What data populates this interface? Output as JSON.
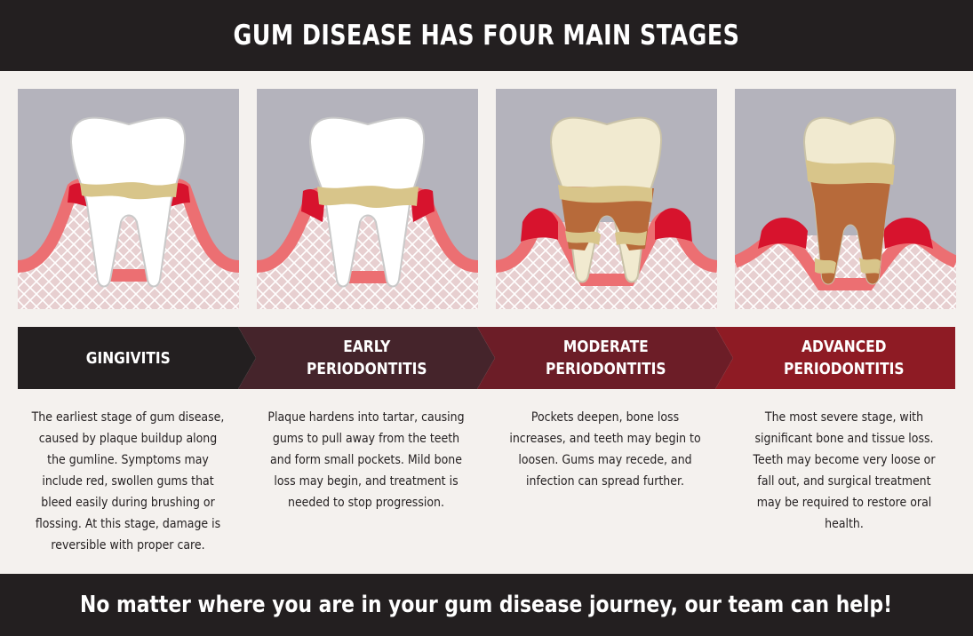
{
  "title": "GUM DISEASE HAS FOUR MAIN STAGES",
  "stages": [
    {
      "label": "GINGIVITIS",
      "color": "#231f20",
      "description": "The earliest stage of gum disease, caused by plaque buildup along the gumline. Symptoms may include red, swollen gums that bleed easily during brushing or flossing. At this stage, damage is reversible with proper care."
    },
    {
      "label": "EARLY\nPERIODONTITIS",
      "color": "#45242b",
      "description": "Plaque hardens into tartar, causing gums to pull away from the teeth and form small pockets. Mild bone loss may begin, and treatment is needed to stop progression."
    },
    {
      "label": "MODERATE\nPERIODONTITIS",
      "color": "#6c1d27",
      "description": "Pockets deepen, bone loss increases, and teeth may begin to loosen. Gums may recede, and infection can spread further."
    },
    {
      "label": "ADVANCED\nPERIODONTITIS",
      "color": "#8e1b24",
      "description": "The most severe stage, with significant bone and tissue loss. Teeth may become very loose or fall out, and surgical treatment may be required to restore oral health."
    }
  ],
  "footer": "No matter where you are in your gum disease journey, our team can help!",
  "colors": {
    "dark": "#231f20",
    "panel_bg": "#b4b3bc",
    "gum": "#ec6f72",
    "gum_inflamed": "#d7132d",
    "bone": "#e7cfd0",
    "plaque": "#d8c58a",
    "tartar": "#b76a3a"
  }
}
